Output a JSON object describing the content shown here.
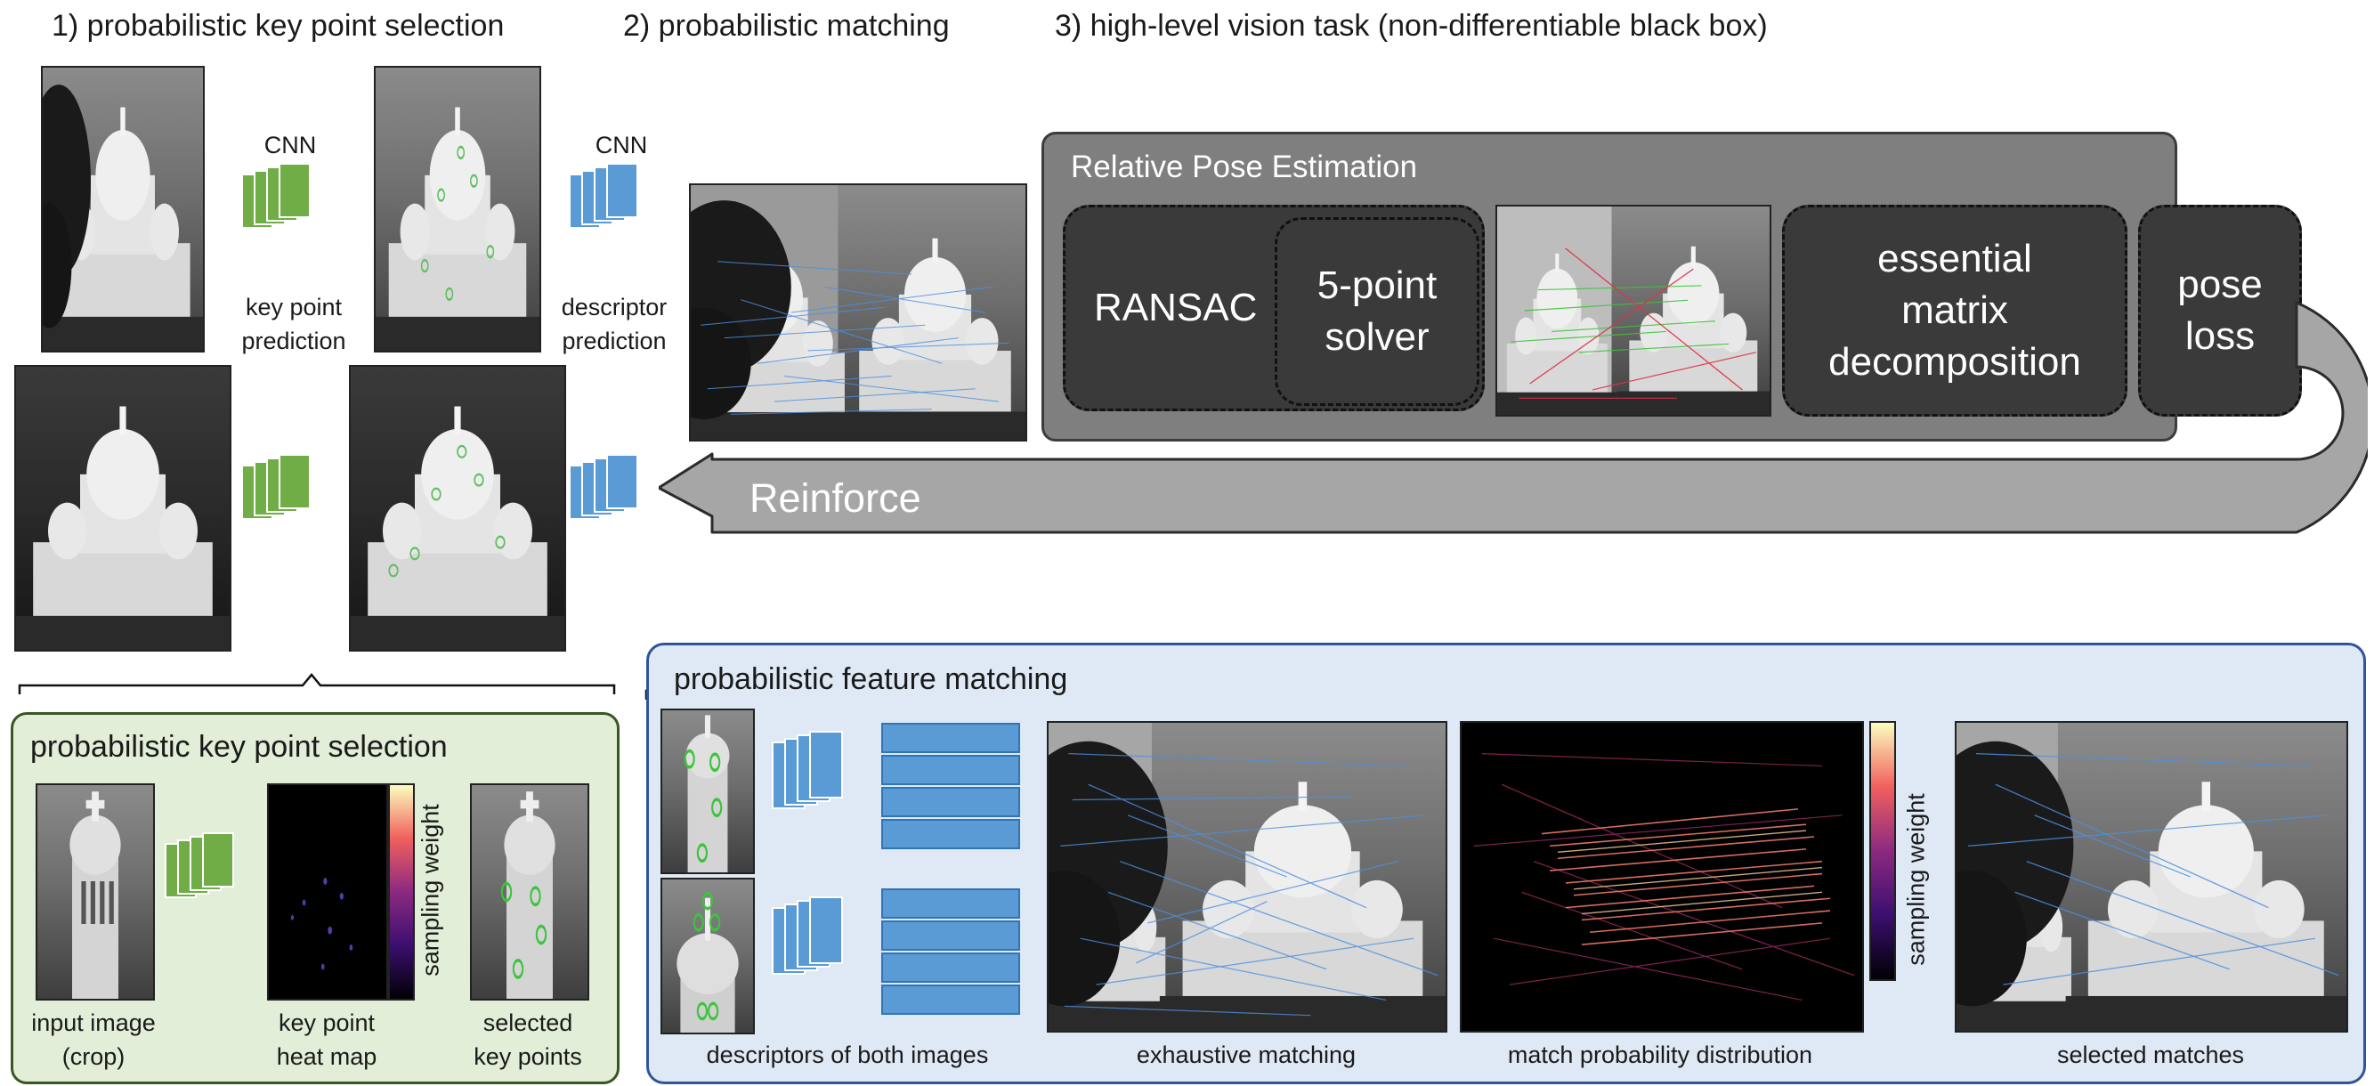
{
  "stages": {
    "stage1": "1) probabilistic key point selection",
    "stage2": "2) probabilistic matching",
    "stage3": "3) high-level vision task (non-differentiable black box)"
  },
  "top_left": {
    "cnn_label": "CNN",
    "kp_pred_line1": "key point",
    "kp_pred_line2": "prediction"
  },
  "top_mid": {
    "cnn_label": "CNN",
    "desc_pred_line1": "descriptor",
    "desc_pred_line2": "prediction"
  },
  "pose_panel": {
    "title": "Relative Pose Estimation",
    "ransac": "RANSAC",
    "solver_line1": "5-point",
    "solver_line2": "solver",
    "essential_line1": "essential",
    "essential_line2": "matrix",
    "essential_line3": "decomposition",
    "loss_line1": "pose",
    "loss_line2": "loss"
  },
  "reinforce": {
    "label": "Reinforce"
  },
  "kp_panel": {
    "title": "probabilistic key point selection",
    "input_line1": "input image",
    "input_line2": "(crop)",
    "heat_line1": "key point",
    "heat_line2": "heat map",
    "sampling_weight": "sampling weight",
    "selected_line1": "selected",
    "selected_line2": "key points"
  },
  "match_panel": {
    "title": "probabilistic feature matching",
    "descriptors": "descriptors of both images",
    "exhaustive": "exhaustive matching",
    "distribution": "match probability distribution",
    "sampling_weight": "sampling weight",
    "selected": "selected matches"
  },
  "colors": {
    "green_cnn": "#70ad47",
    "blue_cnn": "#5b9bd5",
    "gray_panel": "#7f7f7f",
    "dark_box": "#3a3a3a",
    "green_panel_bg": "#e2eed7",
    "blue_panel_bg": "#dfe9f5"
  }
}
